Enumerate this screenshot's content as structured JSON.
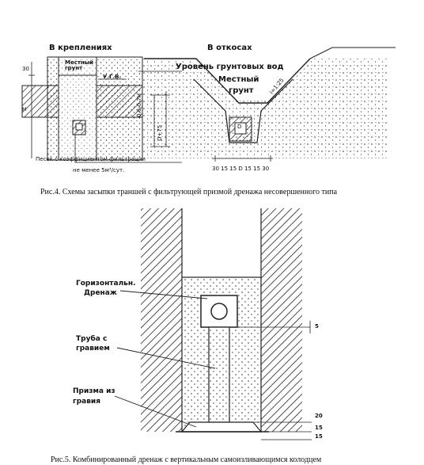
{
  "fig4": {
    "left_title": "В креплениях",
    "right_title": "В откосах",
    "local_soil_small": "Местный грунт",
    "ugv": "У.Г.В.",
    "gw_level": "Уровень грунтовых вод",
    "local_soil": "Местный",
    "soil": "грунт",
    "dim_30": "30",
    "dim_H": "H",
    "dim_ratio": "0.6-0.7H",
    "dim_D75": "D+75",
    "dim_slope": "i=1:25",
    "dim_D": "D",
    "bottom_dims": "30  15 15 D 15 15 30",
    "sand_line1": "Песок с коэффициентом фильтрации",
    "sand_line2": "не менее 5м³/сут.",
    "caption": "Рис.4. Схемы засыпки траншей с фильтрующей призмой дренажа несовершенного типа"
  },
  "fig5": {
    "horizontal_drain_1": "Горизонтальн.",
    "horizontal_drain_2": "Дренаж",
    "pipe_1": "Труба с",
    "pipe_2": "гравием",
    "prism_1": "Призма из",
    "prism_2": "гравия",
    "dim_5": "5",
    "dim_20": "20",
    "dim_15a": "15",
    "dim_15b": "15",
    "caption": "Рис.5. Комбинированный дренаж  с вертикальным самоизливающимся колодцем"
  }
}
